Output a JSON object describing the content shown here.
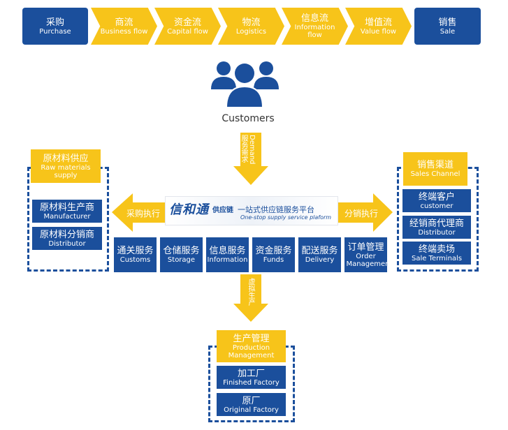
{
  "flow": [
    {
      "cn": "采购",
      "en": "Purchase"
    },
    {
      "cn": "商流",
      "en": "Business flow"
    },
    {
      "cn": "资金流",
      "en": "Capital flow"
    },
    {
      "cn": "物流",
      "en": "Logistics"
    },
    {
      "cn": "信息流",
      "en": "Information flow"
    },
    {
      "cn": "增值流",
      "en": "Value flow"
    },
    {
      "cn": "销售",
      "en": "Sale"
    }
  ],
  "customers": {
    "label": "Customers"
  },
  "demand": {
    "en": "Demand",
    "cn": "服务需求"
  },
  "left_panel": {
    "title_cn": "原材料供应",
    "title_en": "Raw materials supply",
    "items": [
      {
        "cn": "原材料生产商",
        "en": "Manufacturer"
      },
      {
        "cn": "原材料分销商",
        "en": "Distributor"
      }
    ]
  },
  "right_panel": {
    "title_cn": "销售渠道",
    "title_en": "Sales Channel",
    "items": [
      {
        "cn": "终端客户",
        "en": "customer"
      },
      {
        "cn": "经销商代理商",
        "en": "Distributor"
      },
      {
        "cn": "终端卖场",
        "en": "Sale Terminals"
      }
    ]
  },
  "platform": {
    "logo": "信和通",
    "logo_sub": "供应链",
    "title_cn": "一站式供应链服务平台",
    "title_en": "One-stop supply service plaform",
    "services": [
      {
        "cn": "通关服务",
        "en": "Customs"
      },
      {
        "cn": "仓储服务",
        "en": "Storage"
      },
      {
        "cn": "信息服务",
        "en": "Information"
      },
      {
        "cn": "资金服务",
        "en": "Funds"
      },
      {
        "cn": "配送服务",
        "en": "Delivery"
      },
      {
        "cn": "订单管理",
        "en": "Order Management"
      }
    ]
  },
  "left_arrow_label": "采购执行",
  "right_arrow_label": "分销执行",
  "virtual_production": "虚拟生产",
  "bottom_panel": {
    "title_cn": "生产管理",
    "title_en": "Production Management",
    "items": [
      {
        "cn": "加工厂",
        "en": "Finished Factory"
      },
      {
        "cn": "原厂",
        "en": "Original Factory"
      }
    ]
  },
  "colors": {
    "blue": "#1b4f9c",
    "yellow": "#f7c41a"
  }
}
